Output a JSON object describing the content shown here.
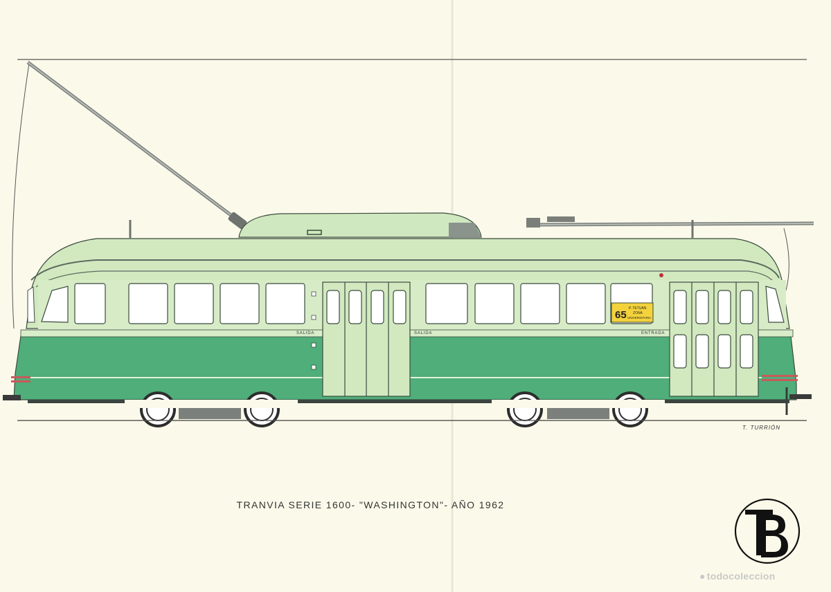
{
  "caption": "TRANVIA SERIE 1600- \"WASHINGTON\"- AÑO 1962",
  "signature": "T. TURRIÓN",
  "watermark": "todocoleccion",
  "tram": {
    "route_number": "65",
    "destination_line1": "P. TETUAN",
    "destination_line2": "ZONA",
    "destination_line3": "UNIVERSITARIA",
    "door_label_left1": "SALIDA",
    "door_label_left2": "SALIDA",
    "door_label_right": "ENTRADA",
    "colors": {
      "body_light": "#cfe7bd",
      "body_dark": "#4fae7a",
      "roof": "#cfe8bf",
      "outline": "#3b4a3e",
      "sign": "#f3d23c"
    }
  },
  "logo": {
    "letters": "TB",
    "name": "tb-logo"
  }
}
